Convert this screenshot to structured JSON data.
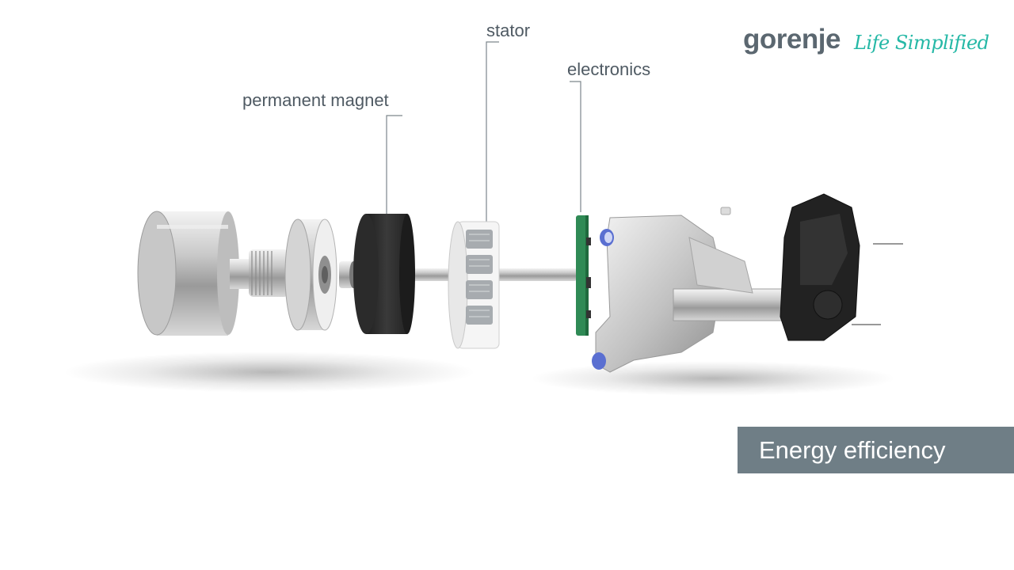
{
  "logo": {
    "wordmark": "gorenje",
    "tagline": "Life Simplified"
  },
  "labels": {
    "permanent_magnet": "permanent magnet",
    "stator": "stator",
    "electronics": "electronics"
  },
  "banner": {
    "text": "Energy efficiency"
  },
  "colors": {
    "label_text": "#4f5a63",
    "leader_line": "#7d868c",
    "brand_gray": "#5b6770",
    "brand_teal": "#25b8a6",
    "banner_bg": "#6f7e86",
    "banner_text": "#ffffff"
  }
}
